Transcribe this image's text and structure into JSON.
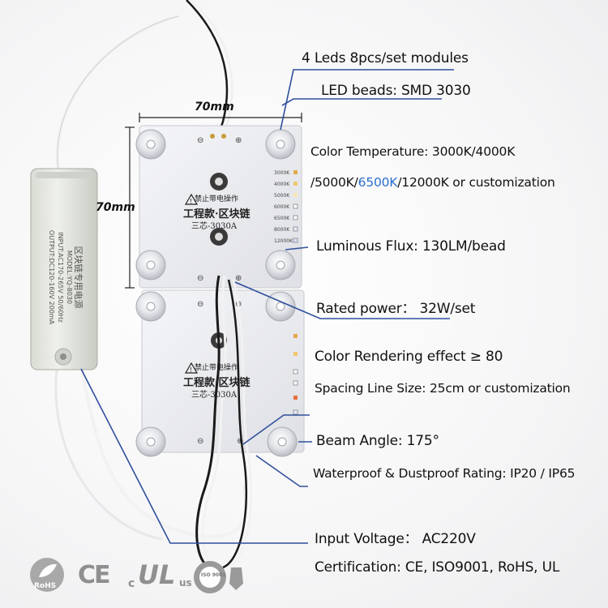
{
  "dimensions": {
    "width_label": "70mm",
    "height_label": "70mm"
  },
  "module": {
    "warning_text": "禁止带电操作",
    "brand_text": "工程款·区块链",
    "model_text": "三芯-3030A",
    "cct_labels": [
      "3000K",
      "4000K",
      "5000K",
      "6000K",
      "6500K",
      "8000K",
      "12000K"
    ]
  },
  "driver": {
    "label_line1": "区块链专用电源",
    "label_line2": "MODEL:YQ-8030",
    "label_line3": "INPUT:AC170-265V 50/60Hz",
    "label_line4": "OUTPUT:DC120-160V 200mA"
  },
  "specs": {
    "modules": "4 Leds 8pcs/set modules",
    "beads": "LED beads: SMD 3030",
    "color_temp_line1": "Color Temperature: 3000K/4000K",
    "color_temp_line2_a": "/5000K/",
    "color_temp_line2_accent": "6500K",
    "color_temp_line2_b": "/12000K or customization",
    "luminous_flux": "Luminous Flux: 130LM/bead",
    "rated_power": "Rated power：  32W/set",
    "cri": "Color Rendering effect ≥ 80",
    "spacing": "Spacing Line Size: 25cm or customization",
    "beam_angle": "Beam Angle: 175°",
    "waterproof": "Waterproof & Dustproof Rating: IP20 / IP65",
    "input_voltage": "Input Voltage：   AC220V",
    "certification": "Certification: CE, ISO9001, RoHS, UL"
  },
  "cert_logos": {
    "rohs": "RoHS",
    "ce": "CE",
    "ul_c": "c",
    "ul_mark": "UL",
    "ul_us": "us",
    "iso": "ISO 9001"
  },
  "colors": {
    "accent": "#2a6fd0",
    "leader": "#2e4f9c",
    "board": "#e9eaee"
  }
}
